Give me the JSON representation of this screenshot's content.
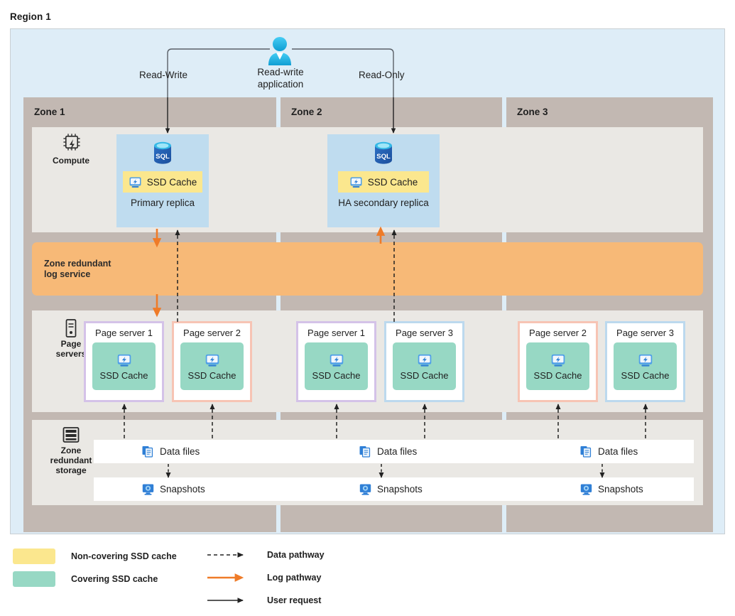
{
  "region": {
    "title": "Region 1"
  },
  "application": {
    "label": "Read-write\napplication",
    "label_line1": "Read-write",
    "label_line2": "application",
    "icon": "person-icon",
    "branches": [
      {
        "label": "Read-Write"
      },
      {
        "label": "Read-Only"
      }
    ]
  },
  "zones": [
    {
      "name": "Zone 1"
    },
    {
      "name": "Zone 2"
    },
    {
      "name": "Zone 3"
    }
  ],
  "rows": {
    "compute": {
      "label": "Compute",
      "icon": "cpu-chip-icon"
    },
    "page_servers": {
      "label_line1": "Page",
      "label_line2": "servers",
      "icon": "server-tower-icon"
    },
    "storage": {
      "label_line1": "Zone",
      "label_line2": "redundant",
      "label_line3": "storage",
      "icon": "storage-stack-icon"
    }
  },
  "compute_nodes": [
    {
      "zone": "Zone 1",
      "name": "Primary replica",
      "db_icon": "sql-database-icon",
      "cache_label": "SSD Cache",
      "cache_icon": "ssd-disk-icon",
      "cache_type": "non-covering"
    },
    {
      "zone": "Zone 2",
      "name": "HA secondary replica",
      "db_icon": "sql-database-icon",
      "cache_label": "SSD Cache",
      "cache_icon": "ssd-disk-icon",
      "cache_type": "non-covering"
    }
  ],
  "log_service": {
    "label_line1": "Zone redundant",
    "label_line2": "log service"
  },
  "page_servers": [
    {
      "zone": "Zone 1",
      "title": "Page server 1",
      "cache_label": "SSD Cache",
      "cache_icon": "ssd-disk-icon",
      "accent": "#d4c2e8"
    },
    {
      "zone": "Zone 1",
      "title": "Page server 2",
      "cache_label": "SSD Cache",
      "cache_icon": "ssd-disk-icon",
      "accent": "#f7c4b4"
    },
    {
      "zone": "Zone 2",
      "title": "Page server 1",
      "cache_label": "SSD Cache",
      "cache_icon": "ssd-disk-icon",
      "accent": "#d4c2e8"
    },
    {
      "zone": "Zone 2",
      "title": "Page server 3",
      "cache_label": "SSD Cache",
      "cache_icon": "ssd-disk-icon",
      "accent": "#bcd9ee"
    },
    {
      "zone": "Zone 3",
      "title": "Page server 2",
      "cache_label": "SSD Cache",
      "cache_icon": "ssd-disk-icon",
      "accent": "#f7c4b4"
    },
    {
      "zone": "Zone 3",
      "title": "Page server 3",
      "cache_label": "SSD Cache",
      "cache_icon": "ssd-disk-icon",
      "accent": "#bcd9ee"
    }
  ],
  "storage_items": [
    {
      "zone": "Zone 1",
      "data_files": "Data files",
      "snapshots": "Snapshots"
    },
    {
      "zone": "Zone 2",
      "data_files": "Data files",
      "snapshots": "Snapshots"
    },
    {
      "zone": "Zone 3",
      "data_files": "Data files",
      "snapshots": "Snapshots"
    }
  ],
  "storage_icons": {
    "data_files": "data-files-icon",
    "snapshots": "snapshots-icon"
  },
  "legend": {
    "swatches": [
      {
        "label": "Non-covering SSD cache",
        "color": "#fbe78e"
      },
      {
        "label": "Covering SSD cache",
        "color": "#97d8c4"
      }
    ],
    "lines": [
      {
        "label": "Data pathway",
        "style": "dashed",
        "color": "#222222"
      },
      {
        "label": "Log pathway",
        "style": "solid",
        "color": "#ef7b28"
      },
      {
        "label": "User request",
        "style": "solid",
        "color": "#222222"
      }
    ]
  },
  "colors": {
    "region_bg": "#deedf7",
    "zone_header": "#c2b8b2",
    "band": "#eae8e4",
    "log_bar": "#f7b977",
    "replica_card": "#bfdcef",
    "non_covering": "#fbe78e",
    "covering": "#97d8c4",
    "log_arrow": "#ef7b28",
    "data_arrow": "#222222"
  }
}
